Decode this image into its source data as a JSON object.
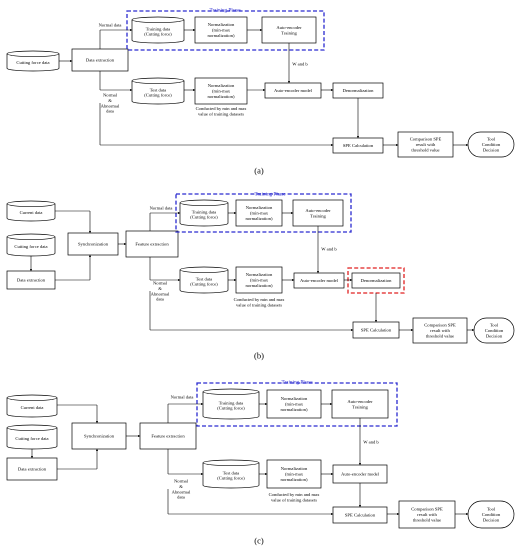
{
  "colors": {
    "stroke": "#000000",
    "training_phase": "#2a2ad0",
    "highlight": "#e02020"
  },
  "panel_a": {
    "cutting_force_data": "Cutting force data",
    "data_extraction": "Data extraction",
    "normal_data": "Normal data",
    "normal_abnormal_data": [
      "Normal",
      "&",
      "Abnormal",
      "data"
    ],
    "training_phase": "Training Phase",
    "training_data": [
      "Training data",
      "(Cutting force)"
    ],
    "normalization_train": [
      "Normalization",
      "(min-max",
      "normalization)"
    ],
    "ae_training": [
      "Auto-encoder",
      "Training"
    ],
    "w_and_b": "W and b",
    "test_data": [
      "Test data",
      "(Cutting force)"
    ],
    "normalization_test": [
      "Normalization",
      "(min-max",
      "normalization)"
    ],
    "conducted_note": [
      "Conducted by min and max",
      "value of training datasets"
    ],
    "ae_model": "Auto-encoder model",
    "denormalization": "Denormalization",
    "spe_calc": "SPE Calculation",
    "comparison": [
      "Comparison SPE",
      "result with",
      "threshold value"
    ],
    "decision": [
      "Tool",
      "Condition",
      "Decision"
    ],
    "caption": "(a)"
  },
  "panel_b": {
    "current_data": "Current data",
    "cutting_force_data": "Cutting force data",
    "data_extraction": "Data extraction",
    "synchronization": "Synchronization",
    "feature_extraction": "Feature extraction",
    "normal_data": "Normal data",
    "normal_abnormal_data": [
      "Normal",
      "&",
      "Abnormal",
      "data"
    ],
    "training_phase": "Training Phase",
    "training_data": [
      "Training data",
      "(Cutting force)"
    ],
    "normalization_train": [
      "Normalization",
      "(min-max",
      "normalization)"
    ],
    "ae_training": [
      "Auto-encoder",
      "Training"
    ],
    "w_and_b": "W and b",
    "test_data": [
      "Test data",
      "(Cutting force)"
    ],
    "normalization_test": [
      "Normalization",
      "(min-max",
      "normalization)"
    ],
    "conducted_note": [
      "Conducted by min and max",
      "value of training datasets"
    ],
    "ae_model": "Auto-encoder model",
    "denormalization": "Denormalization",
    "spe_calc": "SPE Calculation",
    "comparison": [
      "Comparison SPE",
      "result with",
      "threshold value"
    ],
    "decision": [
      "Tool",
      "Condition",
      "Decision"
    ],
    "caption": "(b)"
  },
  "panel_c": {
    "current_data": "Current data",
    "cutting_force_data": "Cutting force data",
    "data_extraction": "Data extraction",
    "synchronization": "Synchronization",
    "feature_extraction": "Feature extraction",
    "normal_data": "Normal data",
    "normal_abnormal_data": [
      "Normal",
      "&",
      "Abnormal",
      "data"
    ],
    "training_phase": "Training Phase",
    "training_data": [
      "Training data",
      "(Cutting force)"
    ],
    "normalization_train": [
      "Normalization",
      "(min-max",
      "normalization)"
    ],
    "ae_training": [
      "Auto-encoder",
      "Training"
    ],
    "w_and_b": "W and b",
    "test_data": [
      "Test data",
      "(Cutting force)"
    ],
    "normalization_test": [
      "Normalization",
      "(min-max",
      "normalization)"
    ],
    "conducted_note": [
      "Conducted by min and max",
      "value of training datasets"
    ],
    "ae_model": "Auto-encoder model",
    "spe_calc": "SPE Calculation",
    "comparison": [
      "Comparison SPE",
      "result with",
      "threshold value"
    ],
    "decision": [
      "Tool",
      "Condition",
      "Decision"
    ],
    "caption": "(c)"
  }
}
